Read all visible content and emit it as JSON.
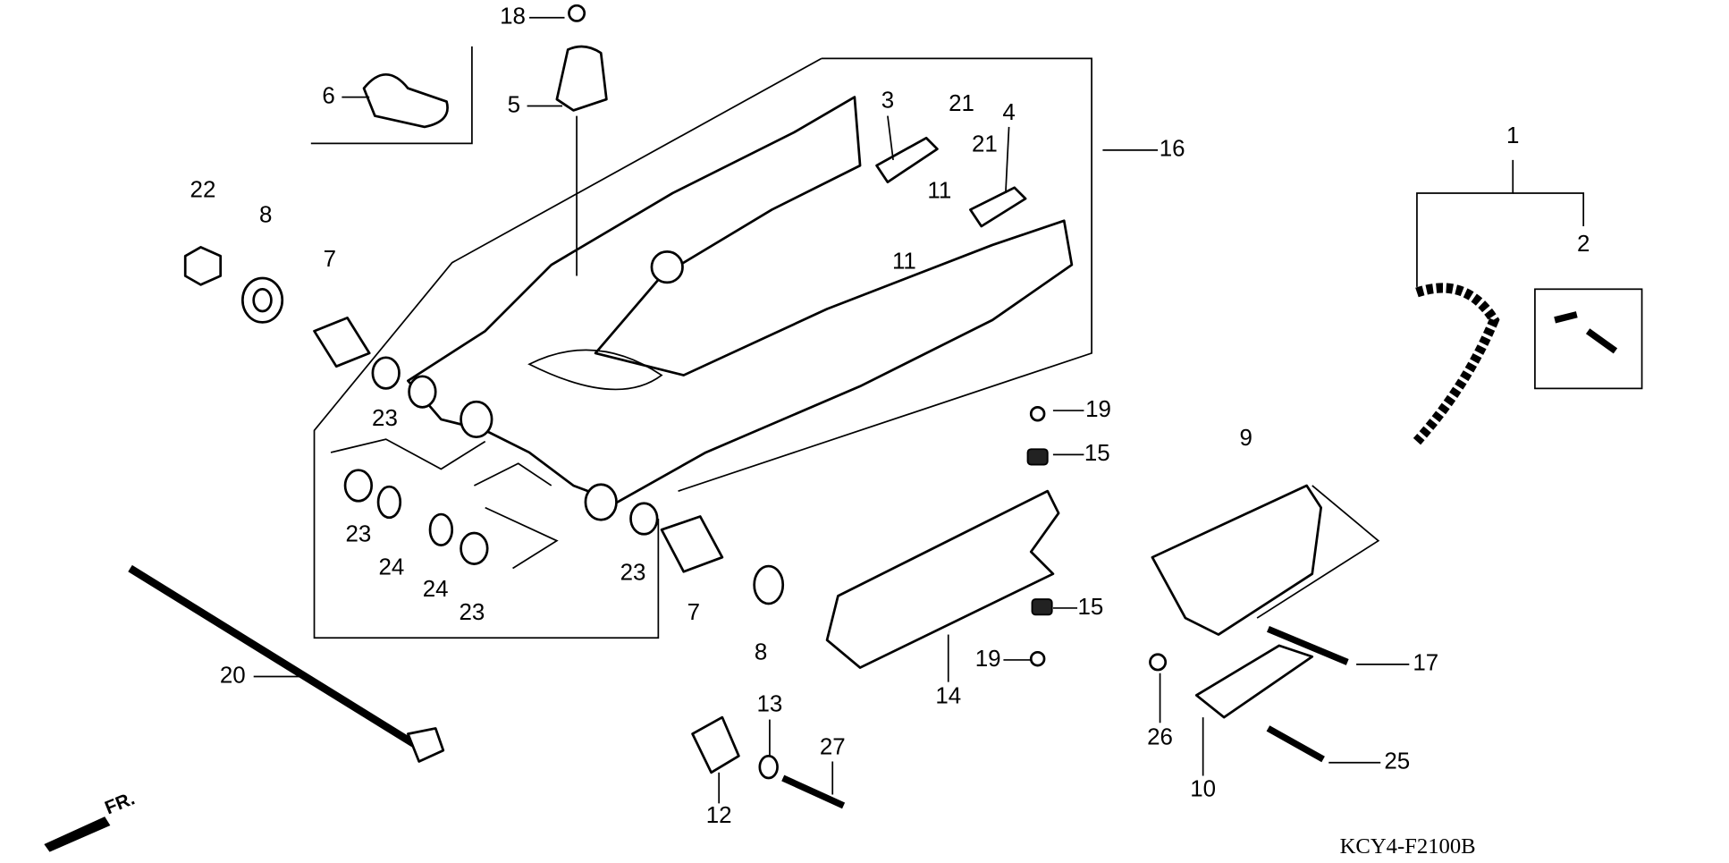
{
  "diagram": {
    "title_code": "KCY4-F2100B",
    "direction_label": "FR.",
    "callouts": [
      "18",
      "6",
      "5",
      "3",
      "21",
      "21",
      "4",
      "16",
      "11",
      "11",
      "1",
      "2",
      "22",
      "8",
      "7",
      "23",
      "23",
      "24",
      "24",
      "23",
      "23",
      "7",
      "8",
      "19",
      "15",
      "9",
      "15",
      "19",
      "17",
      "14",
      "20",
      "13",
      "27",
      "12",
      "26",
      "10",
      "25"
    ]
  }
}
